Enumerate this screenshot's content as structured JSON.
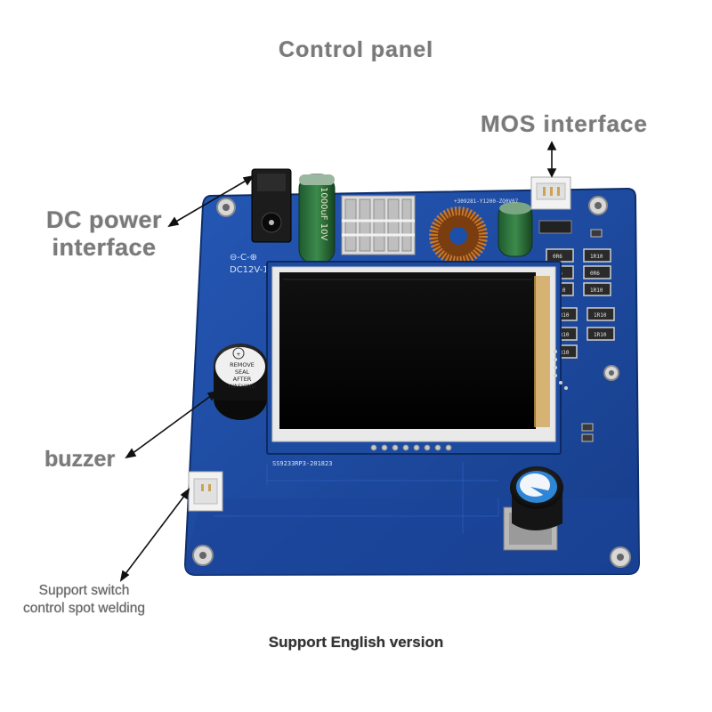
{
  "labels": {
    "title": "Control panel",
    "mos": "MOS interface",
    "dc_line1": "DC power",
    "dc_line2": "interface",
    "buzzer": "buzzer",
    "switch_line1": "Support switch",
    "switch_line2": "control spot welding",
    "english": "Support English version"
  },
  "board_text": {
    "capacitor": "1000uF 10V",
    "voltage": "DC12V-1",
    "buzzer_line1": "REMOVE",
    "buzzer_line2": "SEAL",
    "buzzer_line3": "AFTER",
    "buzzer_line4": "WASHING",
    "buzzer_plus": "+",
    "pcb_code_bottom": "SS9233RP3-201823",
    "pcb_code_top": "+309281-Y1200-ZQ0V07",
    "resistor_a": "0R6",
    "resistor_b": "1R10"
  },
  "colors": {
    "pcb": "#1e4fa8",
    "pcb_dark": "#183f8c",
    "screen": "#050505",
    "label_gray": "#7a7a7a",
    "knob_cap": "#2f86d6"
  }
}
